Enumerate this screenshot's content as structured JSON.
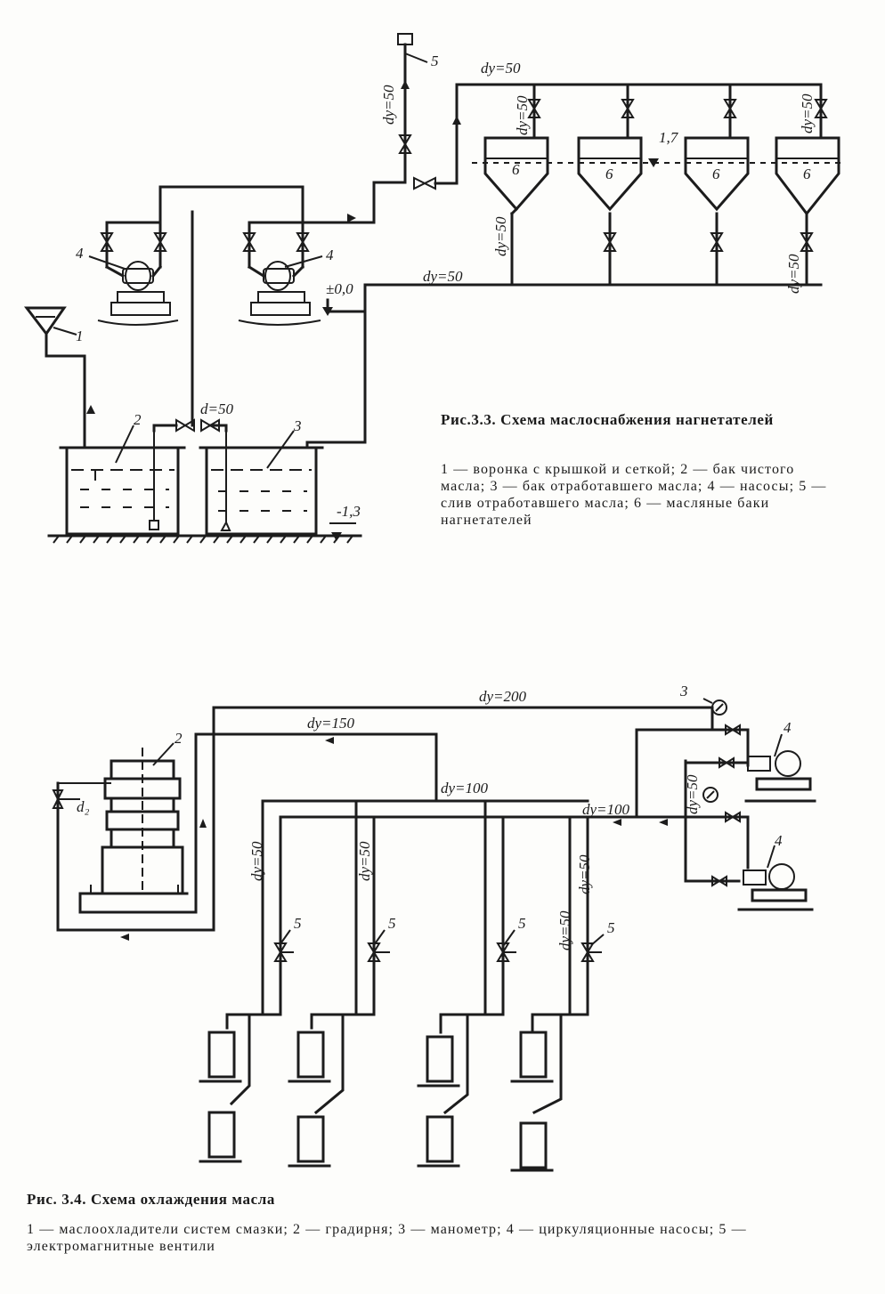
{
  "fig33": {
    "caption_title": "Рис.3.3.   Схема маслоснабжения нагнетателей",
    "caption_desc": "1 — воронка с крышкой и сеткой; 2 — бак чистого масла; 3 — бак отработавшего масла; 4 — насосы; 5 — слив отработавшего масла; 6 — масляные баки нагнетателей",
    "labels": {
      "funnel": "1",
      "clean_tank": "2",
      "used_tank": "3",
      "pump_left": "4",
      "pump_right": "4",
      "drain": "5",
      "tank1": "6",
      "tank2": "6",
      "tank3": "6",
      "tank4": "6",
      "d50_vertical_drain": "dy=50",
      "d50_top": "dy=50",
      "d50_tank1_top": "dy=50",
      "d50_tank4_top": "dy=50",
      "d50_tank1_bottom": "dy=50",
      "d50_bottom_header": "dy=50",
      "d50_tank4_bottom": "dy=50",
      "d50_between_tanks": "d=50",
      "level_zero": "±0,0",
      "level_minus": "-1,3",
      "level_tank": "1,7"
    }
  },
  "fig34": {
    "caption_title": "Рис. 3.4.    Схема охлаждения масла",
    "caption_desc": "1 — маслоохладители систем смазки;  2 — градирня;  3 — манометр;  4 — циркуляционные насосы; 5 — электромагнитные вентили",
    "labels": {
      "tower": "2",
      "manometer": "3",
      "pump_top": "4",
      "pump_bottom": "4",
      "d200": "dy=200",
      "d150": "dy=150",
      "d100_main": "dy=100",
      "d100_right": "dy=100",
      "d50_riser_right": "dy=50",
      "d50_b1": "dy=50",
      "d50_b2": "dy=50",
      "d50_b3": "dy=50",
      "d50_b4": "dy=50",
      "valve1": "5",
      "valve2": "5",
      "valve3": "5",
      "valve4": "5",
      "drain_tag": "d₂"
    }
  }
}
